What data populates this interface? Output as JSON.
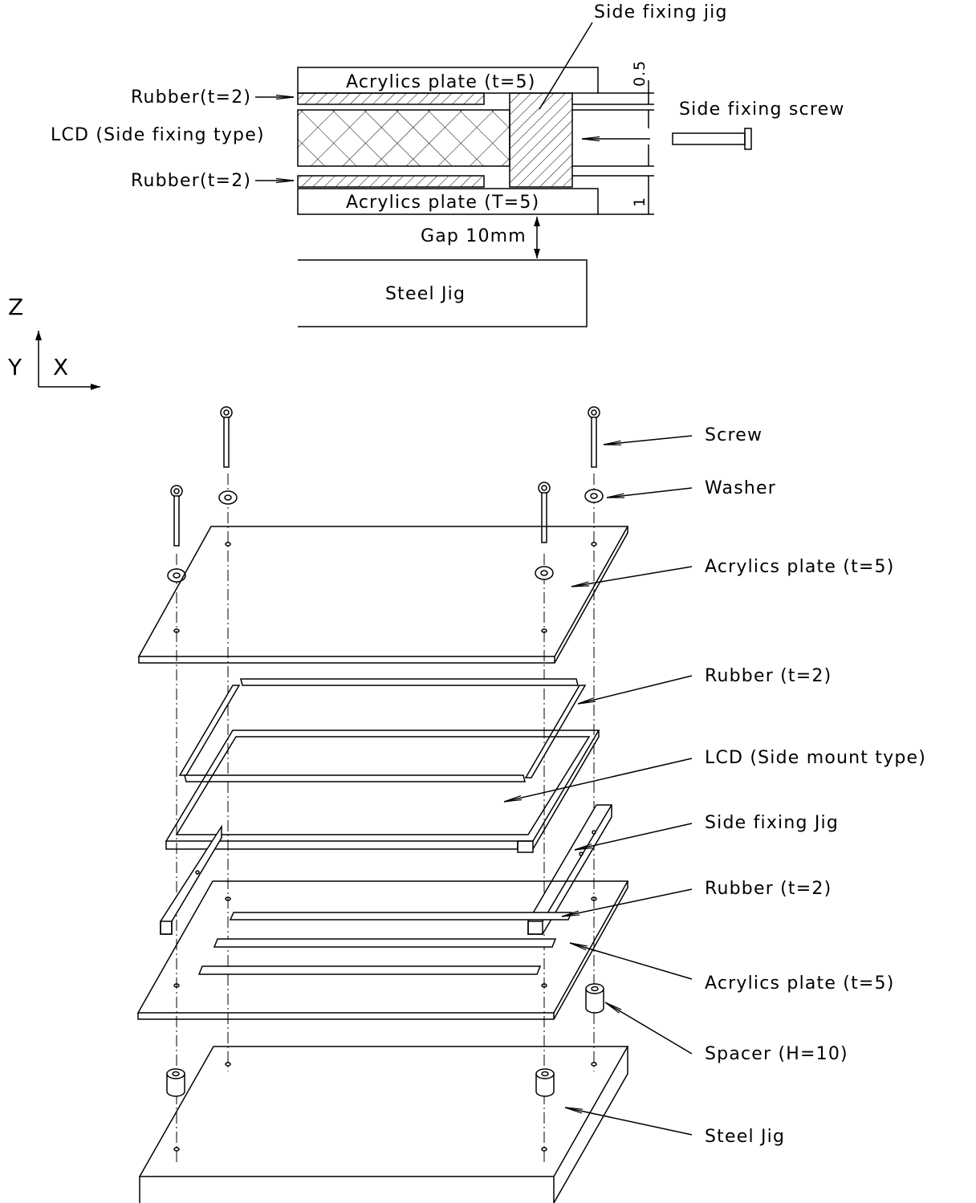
{
  "section_view": {
    "side_fixing_jig": "Side fixing jig",
    "acrylic_top": "Acrylics plate (t=5)",
    "rubber_top": "Rubber(t=2)",
    "lcd": "LCD (Side fixing type)",
    "side_fixing_screw": "Side fixing screw",
    "rubber_bottom": "Rubber(t=2)",
    "acrylic_bottom": "Acrylics plate (T=5)",
    "gap": "Gap 10mm",
    "steel_jig": "Steel Jig",
    "dim_top": "0.5",
    "dim_bottom": "1"
  },
  "axes": {
    "z": "Z",
    "y": "Y",
    "x": "X"
  },
  "exploded_view": {
    "screw": "Screw",
    "washer": "Washer",
    "acrylic_top": "Acrylics plate (t=5)",
    "rubber_top": "Rubber (t=2)",
    "lcd": "LCD (Side mount type)",
    "side_fixing_jig": "Side fixing Jig",
    "rubber_bottom": "Rubber (t=2)",
    "acrylic_bottom": "Acrylics plate (t=5)",
    "spacer": "Spacer (H=10)",
    "steel_jig": "Steel Jig"
  }
}
